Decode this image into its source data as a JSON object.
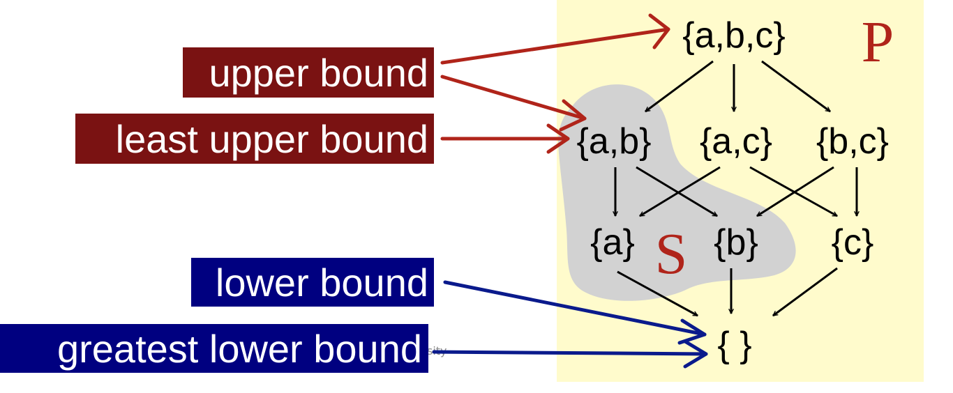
{
  "colors": {
    "background": "#ffffff",
    "poset_fill": "#fffbcc",
    "subset_fill": "#d2d2d2",
    "upper_label_bg": "#7a1212",
    "upper_arrow": "#b0241a",
    "lower_label_bg": "#000080",
    "lower_arrow": "#0a1a8c",
    "label_text": "#ffffff",
    "letter": "#b0241a",
    "edge": "#000000"
  },
  "labels": {
    "upper_bound": "upper bound",
    "least_upper_bound": "least upper bound",
    "lower_bound": "lower bound",
    "greatest_lower_bound": "greatest lower bound"
  },
  "sets": {
    "poset_name": "P",
    "subset_name": "S"
  },
  "nodes": {
    "abc": "{a,b,c}",
    "ab": "{a,b}",
    "ac": "{a,c}",
    "bc": "{b,c}",
    "a": "{a}",
    "b": "{b}",
    "c": "{c}",
    "empty": "{ }"
  },
  "watermark": "sity"
}
